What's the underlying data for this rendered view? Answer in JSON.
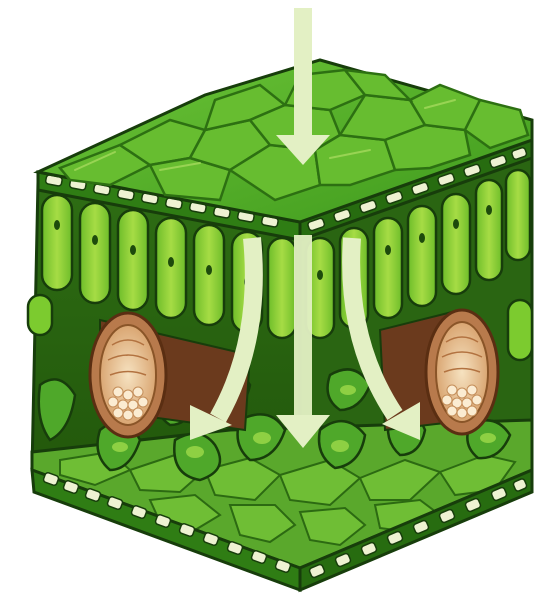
{
  "diagram": {
    "subject": "leaf-cross-section-block",
    "arrows": [
      {
        "id": "incoming-light-arrow"
      },
      {
        "id": "scatter-arrow-left"
      },
      {
        "id": "scatter-arrow-center"
      },
      {
        "id": "scatter-arrow-right"
      }
    ],
    "colors": {
      "upper_surface": "#5cb22b",
      "upper_surface_dark": "#2f7d14",
      "epidermis_cells": "#f2f6d8",
      "palisade_cell": "#7ccb2f",
      "palisade_inner": "#a9de45",
      "interior_dark": "#2c6415",
      "spongy_cell": "#4fa82a",
      "vein_outer": "#b87a4c",
      "vein_inner": "#f4dbb4",
      "arrow": "#e3f0c4",
      "outline": "#173d0b"
    }
  }
}
